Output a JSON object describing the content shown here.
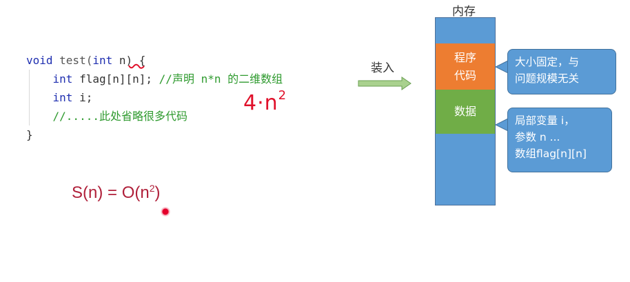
{
  "code": {
    "line1": {
      "kw": "void",
      "name": " test(",
      "kw2": "int",
      "rest": " n) {"
    },
    "line2": {
      "kw": "int",
      "rest": " flag[n][n]; ",
      "comment": "//声明 n*n 的二维数组"
    },
    "line3": {
      "kw": "int",
      "rest": " i;"
    },
    "line4": {
      "comment": "//.....此处省略很多代码"
    },
    "line5": {
      "rest": "}"
    }
  },
  "annotation": {
    "base": "4·n",
    "exp": "2"
  },
  "formula": {
    "base": "S(n) = O(n",
    "exp": "2",
    "close": ")"
  },
  "arrow_label": "装入",
  "memory": {
    "title": "内存",
    "code_segment": [
      "程序",
      "代码"
    ],
    "data_segment": "数据"
  },
  "callouts": {
    "code": [
      "大小固定，与",
      "问题规模无关"
    ],
    "data": [
      "局部变量 i，",
      "参数 n ...",
      "数组flag[n][n]"
    ]
  },
  "colors": {
    "memory_blue": "#5b9bd5",
    "code_orange": "#ed7d31",
    "data_green": "#70ad47",
    "annotation_red": "#e0102a"
  }
}
